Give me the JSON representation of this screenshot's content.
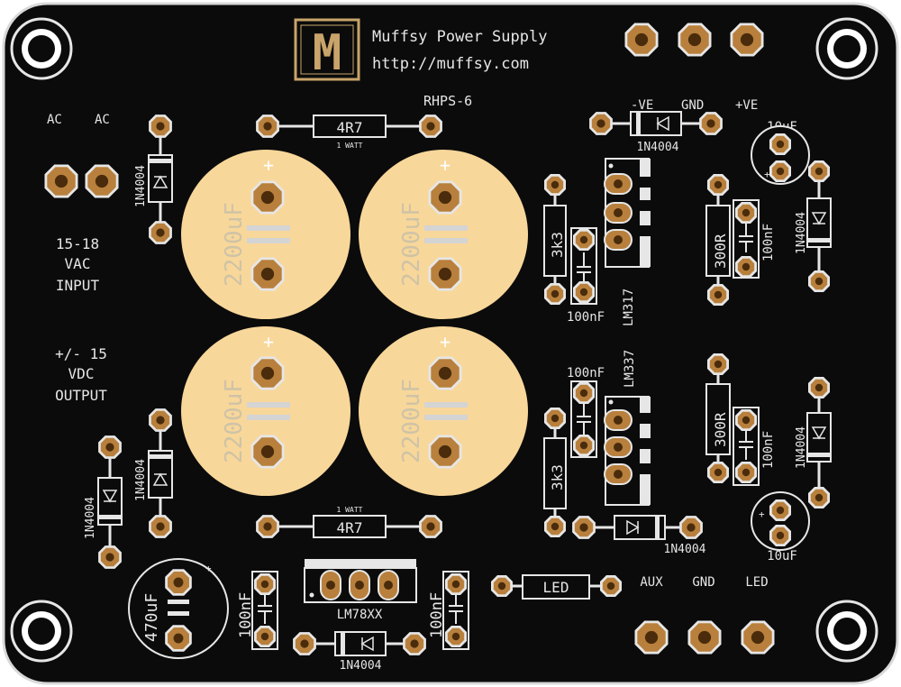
{
  "header": {
    "logo_letter": "M",
    "title": "Muffsy Power Supply",
    "url": "http://muffsy.com",
    "model": "RHPS-6"
  },
  "labels": {
    "ac_left": "AC",
    "ac_right": "AC",
    "input_line1": "15-18",
    "input_line2": "VAC",
    "input_line3": "INPUT",
    "output_line1": "+/- 15",
    "output_line2": "VDC",
    "output_line3": "OUTPUT",
    "neg_ve": "-VE",
    "gnd_top": "GND",
    "pos_ve": "+VE",
    "aux": "AUX",
    "gnd_bottom": "GND",
    "led_pad": "LED"
  },
  "components": {
    "resistor_top": "4R7",
    "resistor_top_rating": "1 WATT",
    "resistor_bottom": "4R7",
    "resistor_bottom_rating": "1 WATT",
    "cap_big_1": "2200uF",
    "cap_big_2": "2200uF",
    "cap_big_3": "2200uF",
    "cap_big_4": "2200uF",
    "cap_plus": "+",
    "diode_left_upper": "1N4004",
    "diode_left_lower": "1N4004",
    "diode_far_left": "1N4004",
    "diode_top_mid": "1N4004",
    "diode_right_upper": "1N4004",
    "diode_right_lower": "1N4004",
    "diode_bottom_mid": "1N4004",
    "diode_bottom_center": "1N4004",
    "cap_10uf_top": "10uF",
    "cap_10uf_bottom": "10uF",
    "res_3k3_top": "3k3",
    "res_3k3_bottom": "3k3",
    "res_300r_top": "300R",
    "res_300r_bottom": "300R",
    "cap_100nf_1": "100nF",
    "cap_100nf_2": "100nF",
    "cap_100nf_3": "100nF",
    "cap_100nf_4": "100nF",
    "cap_100nf_5": "100nF",
    "cap_100nf_6": "100nF",
    "reg_lm317": "LM317",
    "reg_lm337": "LM337",
    "reg_lm78xx": "LM78XX",
    "cap_470uf": "470uF",
    "led": "LED"
  },
  "colors": {
    "board": "#0b0b0b",
    "silk": "#e6e6e6",
    "copper": "#b8803c",
    "cap_fill": "#f8d79a",
    "cap_text": "#cfc3a6"
  }
}
